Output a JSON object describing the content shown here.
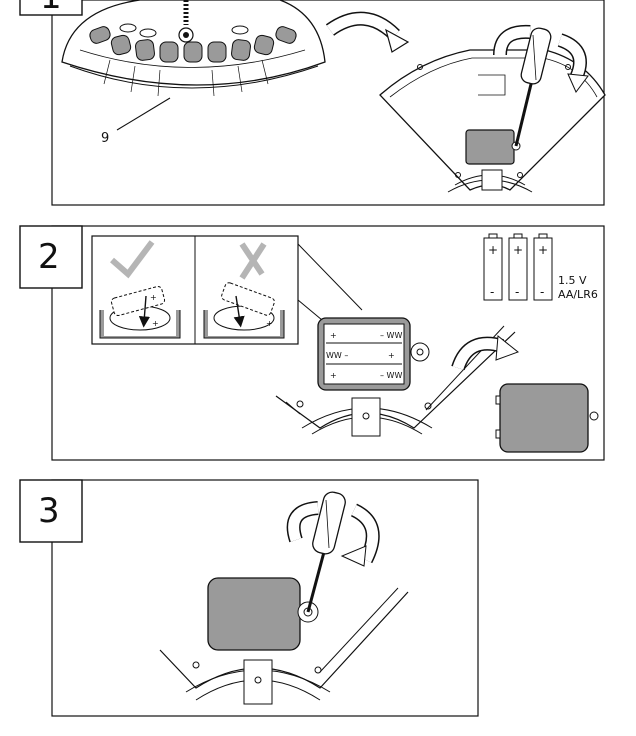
{
  "steps": [
    {
      "number": "1",
      "callout": "9"
    },
    {
      "number": "2",
      "battery_voltage": "1.5 V",
      "battery_type": "AA/LR6",
      "plus": "+",
      "minus": "-"
    },
    {
      "number": "3"
    }
  ],
  "colors": {
    "cover_fill": "#9a9a9a",
    "check_mark": "#b5b5b5",
    "cross_mark": "#b5b5b5",
    "line": "#1a1a1a"
  }
}
